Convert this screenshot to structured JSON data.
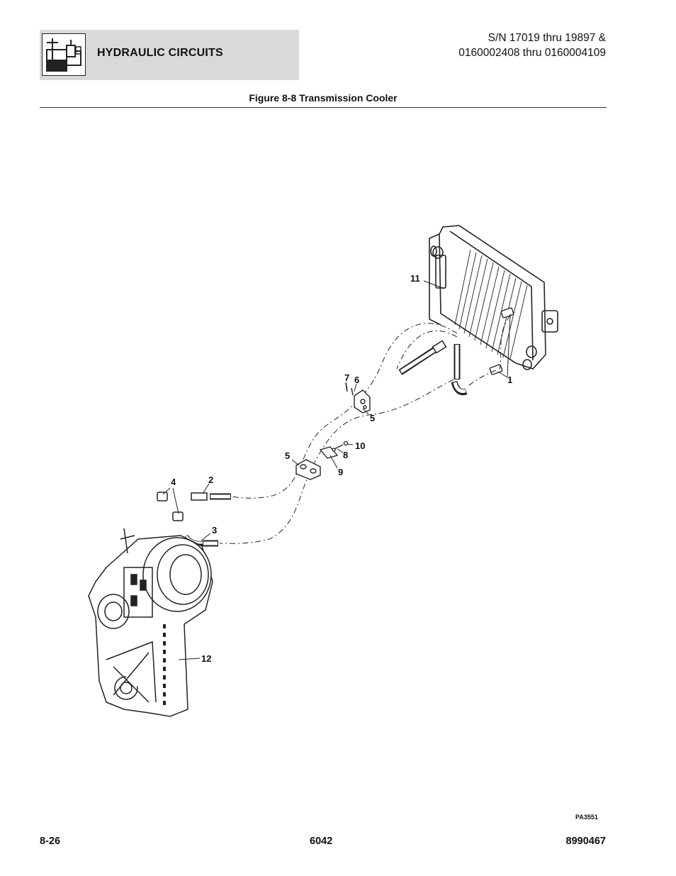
{
  "header": {
    "section_title": "HYDRAULIC CIRCUITS",
    "icon": "hydraulic-circuit-icon",
    "serial_line1": "S/N 17019 thru 19897 &",
    "serial_line2": "0160002408 thru 0160004109"
  },
  "figure": {
    "caption": "Figure 8-8 Transmission Cooler",
    "drawing_id": "PA3551",
    "callouts": {
      "c1": "1",
      "c2": "2",
      "c3": "3",
      "c4": "4",
      "c5a": "5",
      "c5b": "5",
      "c6": "6",
      "c7": "7",
      "c8": "8",
      "c9": "9",
      "c10": "10",
      "c11": "11",
      "c12": "12"
    }
  },
  "footer": {
    "page_number": "8-26",
    "model": "6042",
    "part_number": "8990467"
  }
}
